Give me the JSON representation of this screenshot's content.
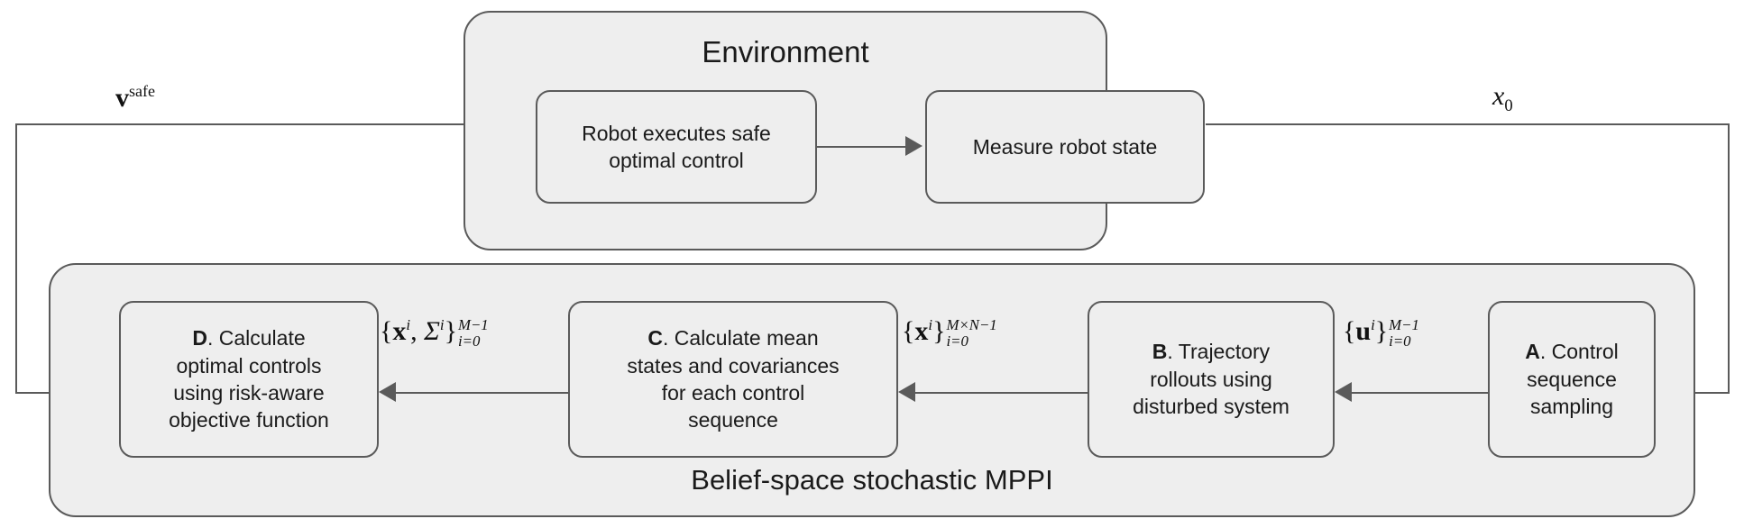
{
  "diagram": {
    "title": "Belief-space stochastic MPPI control loop",
    "type": "block-diagram"
  },
  "groups": {
    "environment": {
      "title": "Environment"
    },
    "mppi": {
      "title": "Belief-space stochastic MPPI"
    }
  },
  "nodes": {
    "robot_execute": {
      "line1": "Robot executes safe",
      "line2": "optimal control"
    },
    "measure_state": {
      "line1": "Measure robot state"
    },
    "step_d": {
      "tag": "D",
      "sep": ". ",
      "line1": "Calculate",
      "line2": "optimal controls",
      "line3": "using risk-aware",
      "line4": "objective function"
    },
    "step_c": {
      "tag": "C",
      "sep": ". ",
      "line1": "Calculate mean",
      "line2": "states and covariances",
      "line3": "for each control",
      "line4": "sequence"
    },
    "step_b": {
      "tag": "B",
      "sep": ". ",
      "line1": "Trajectory",
      "line2": "rollouts using",
      "line3": "disturbed system"
    },
    "step_a": {
      "tag": "A",
      "sep": ". ",
      "line1": "Control",
      "line2": "sequence",
      "line3": "sampling"
    }
  },
  "edge_labels": {
    "feedback_out": {
      "base": "v",
      "sup": "safe",
      "latex": "\\mathbf{v}^{safe}"
    },
    "feedback_in": {
      "base": "x",
      "sub": "0",
      "latex": "x_0"
    },
    "d_from_c": {
      "open": "{",
      "base": "x",
      "sup": "i",
      "comma": ", ",
      "sigma": "Σ",
      "sigma_sup": "i",
      "close": "}",
      "upper": "M−1",
      "lower": "i=0",
      "latex": "\\{\\mathbf{x}^i,\\Sigma^i\\}_{i=0}^{M-1}"
    },
    "c_from_b": {
      "open": "{",
      "base": "x",
      "sup": "i",
      "close": "}",
      "upper": "M×N−1",
      "lower": "i=0",
      "latex": "\\{\\mathbf{x}^i\\}_{i=0}^{M\\times N-1}"
    },
    "b_from_a": {
      "open": "{",
      "base": "u",
      "sup": "i",
      "close": "}",
      "upper": "M−1",
      "lower": "i=0",
      "latex": "\\{\\mathbf{u}^i\\}_{i=0}^{M-1}"
    }
  },
  "icons": {
    "arrow_right": "arrow-right-icon",
    "arrow_left": "arrow-left-icon"
  },
  "colors": {
    "background": "#ffffff",
    "box_fill": "#eeeeee",
    "stroke": "#5a5a5a",
    "text": "#1a1a1a"
  }
}
